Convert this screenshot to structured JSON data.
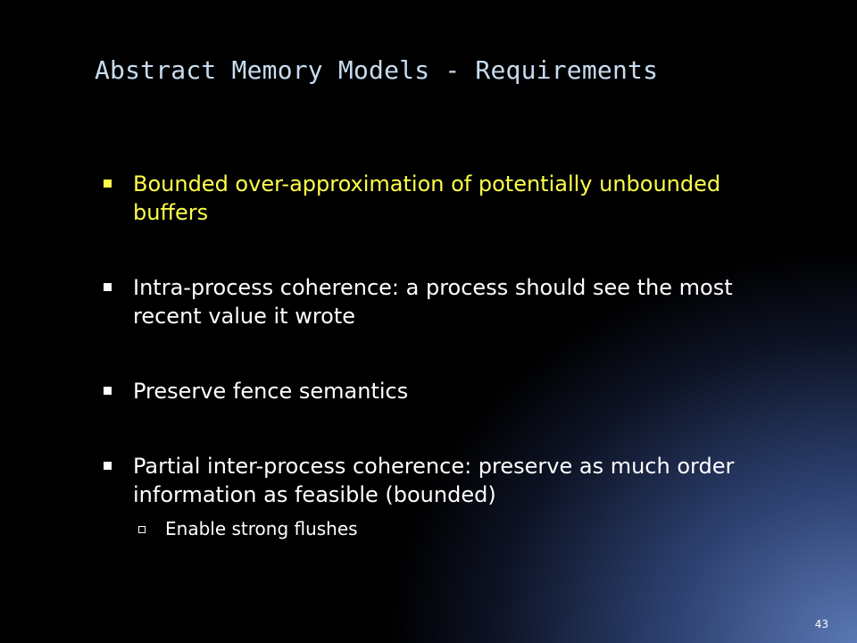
{
  "slide": {
    "title": "Abstract Memory Models - Requirements",
    "bullets": [
      {
        "text": "Bounded over-approximation of potentially unbounded buffers"
      },
      {
        "text": "Intra-process coherence: a process should see the most recent value it wrote"
      },
      {
        "text": "Preserve fence semantics"
      },
      {
        "text": "Partial inter-process coherence: preserve as much order information as feasible (bounded)",
        "sub_bullets": [
          {
            "text": "Enable strong flushes"
          }
        ]
      }
    ],
    "page_number": "43"
  },
  "colors": {
    "background": "#000000",
    "title": "#c8dcf0",
    "highlight": "#ffff4a",
    "body_text": "#ffffff",
    "corner_glow": "#5a78b4"
  }
}
